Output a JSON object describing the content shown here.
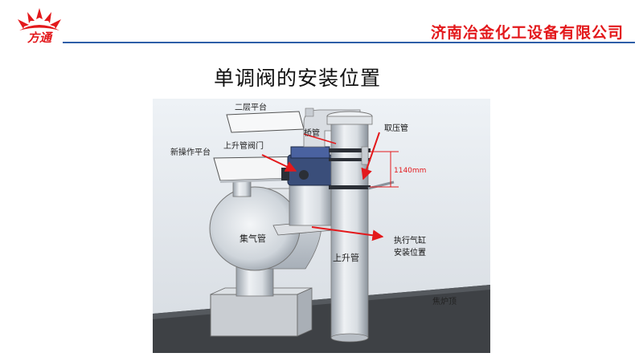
{
  "header": {
    "logo_text": "方通",
    "company_name": "济南冶金化工设备有限公司",
    "brand_red": "#e3191c",
    "rule_blue": "#2d5ea8"
  },
  "page_title": "单调阀的安装位置",
  "figure": {
    "labels": {
      "second_floor_platform": "二层平台",
      "bridge_pipe": "桥管",
      "pressure_tap": "取压管",
      "riser_valve": "上升管阀门",
      "new_platform": "新操作平台",
      "dimension": "1140mm",
      "gas_collector": "集气管",
      "actuator_location": "执行气缸\n安装位置",
      "riser_pipe": "上升管",
      "oven_top": "焦炉顶"
    },
    "annotation_color": "#e3191c"
  }
}
